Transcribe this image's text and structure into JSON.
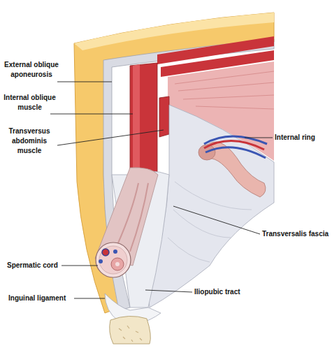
{
  "diagram": {
    "labels": [
      "External oblique aponeurosis",
      "Internal oblique muscle",
      "Transversus abdominis muscle",
      "Internal ring",
      "Transversalis fascia",
      "Spermatic cord",
      "Inguinal ligament",
      "Iliopubic tract"
    ]
  }
}
